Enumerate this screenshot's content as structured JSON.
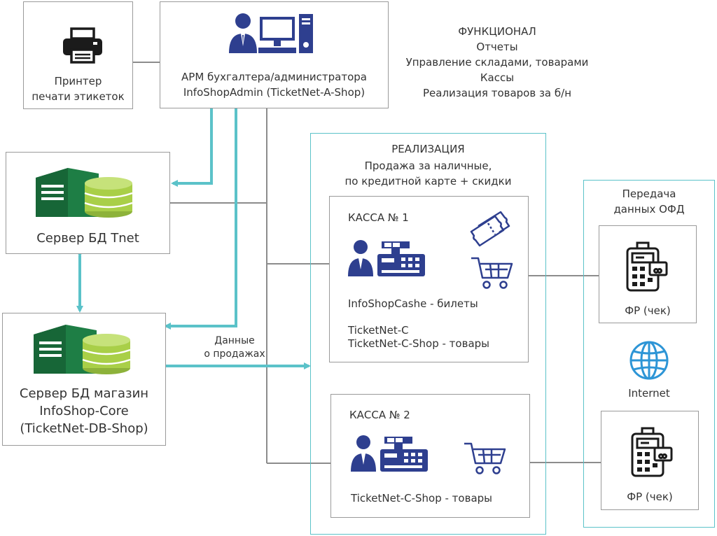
{
  "colors": {
    "connector": "#8c8c8c",
    "data_flow": "#5bc2c9",
    "icon_blue": "#2e3f8f",
    "server_green": "#1e7e45",
    "server_lime": "#a9cf48",
    "internet_blue": "#2d95d6"
  },
  "printer": {
    "label_line1": "Принтер",
    "label_line2": "печати этикеток",
    "icon": "printer-icon"
  },
  "admin": {
    "label_line1": "АРМ  бухгалтера/администратора",
    "label_line2": "InfoShopAdmin (TicketNet-A-Shop)",
    "icon": "admin-workstation-icon"
  },
  "functional": {
    "title": "ФУНКЦИОНАЛ",
    "items": [
      "Отчеты",
      "Управление складами, товарами",
      "Кассы",
      "Реализация товаров за б/н"
    ]
  },
  "server_tnet": {
    "label": "Сервер БД Tnet",
    "icon": "database-server-icon"
  },
  "server_shop": {
    "label_line1": "Сервер БД магазин",
    "label_line2": "InfoShop-Core",
    "label_line3": "(TicketNet-DB-Shop)",
    "icon": "database-server-icon"
  },
  "sales_data": {
    "line1": "Данные",
    "line2": "о продажах"
  },
  "realization": {
    "title": "РЕАЛИЗАЦИЯ",
    "subtitle_line1": "Продажа за наличные,",
    "subtitle_line2": "по кредитной карте + скидки"
  },
  "kassa1": {
    "title": "КАССА № 1",
    "app1": "InfoShopCashe - билеты",
    "app2": "TicketNet-C",
    "app3": "TicketNet-C-Shop - товары"
  },
  "kassa2": {
    "title": "КАССА № 2",
    "app1": "TicketNet-C-Shop - товары"
  },
  "ofd": {
    "title_line1": "Передача",
    "title_line2": "данных ОФД",
    "fr1": "ФР (чек)",
    "fr2": "ФР (чек)",
    "internet": "Internet"
  }
}
